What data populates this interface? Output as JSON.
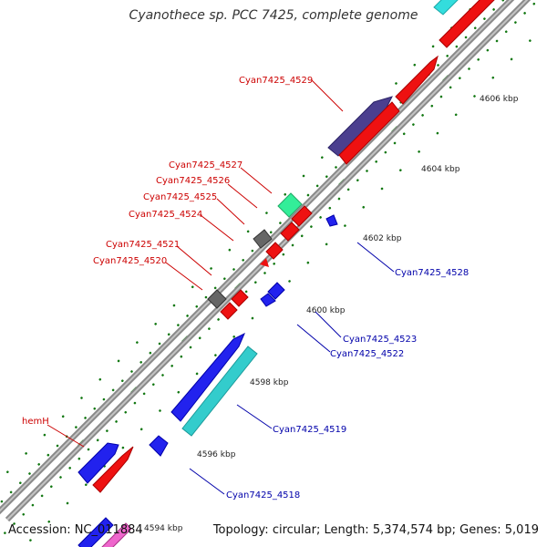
{
  "title": "Cyanothece sp. PCC 7425, complete genome",
  "footer": {
    "accession_label": "Accession:",
    "accession": "NC_011884",
    "topology_label": "Topology:",
    "topology": "circular;",
    "length_label": "Length:",
    "length": "5,374,574 bp;",
    "genes_label": "Genes:",
    "genes": "5,019"
  },
  "colors": {
    "backbone": "#999999",
    "tick_dot": "#117711",
    "label_forward": "#cc0000",
    "label_reverse": "#0000aa",
    "scale_text": "#222222"
  },
  "scale_labels": [
    "4594 kbp",
    "4596 kbp",
    "4598 kbp",
    "4600 kbp",
    "4602 kbp",
    "4604 kbp",
    "4606 kbp"
  ],
  "gene_labels": [
    {
      "text": "Cyan7425_4529",
      "strand": "forward"
    },
    {
      "text": "Cyan7425_4527",
      "strand": "forward"
    },
    {
      "text": "Cyan7425_4526",
      "strand": "forward"
    },
    {
      "text": "Cyan7425_4525",
      "strand": "forward"
    },
    {
      "text": "Cyan7425_4524",
      "strand": "forward"
    },
    {
      "text": "Cyan7425_4521",
      "strand": "forward"
    },
    {
      "text": "Cyan7425_4520",
      "strand": "forward"
    },
    {
      "text": "hemH",
      "strand": "forward"
    },
    {
      "text": "Cyan7425_4528",
      "strand": "reverse"
    },
    {
      "text": "Cyan7425_4523",
      "strand": "reverse"
    },
    {
      "text": "Cyan7425_4522",
      "strand": "reverse"
    },
    {
      "text": "Cyan7425_4519",
      "strand": "reverse"
    },
    {
      "text": "Cyan7425_4518",
      "strand": "reverse"
    }
  ]
}
